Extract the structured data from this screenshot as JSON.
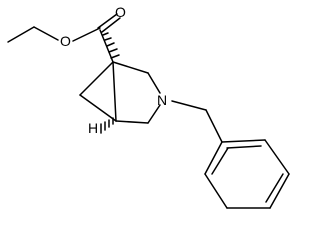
{
  "molecule": {
    "atoms": {
      "carbonyl_oxygen": "O",
      "ester_oxygen": "O",
      "ring_nitrogen": "N",
      "bridgehead_hydrogen": "H"
    }
  }
}
